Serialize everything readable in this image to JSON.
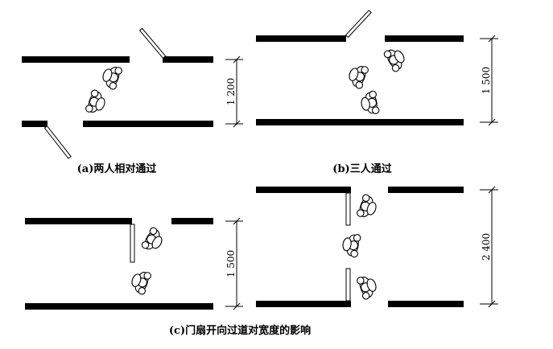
{
  "panels": {
    "a": {
      "caption": "(a)两人相对通过",
      "dimension": "1 200",
      "people": 2
    },
    "b": {
      "caption": "(b)三人通过",
      "dimension": "1 500",
      "people": 3
    },
    "c_left": {
      "dimension": "1 500",
      "people": 2
    },
    "c_right": {
      "dimension": "2 400",
      "people": 3
    }
  },
  "caption_c": "(c)门扇开向过道对宽度的影响"
}
